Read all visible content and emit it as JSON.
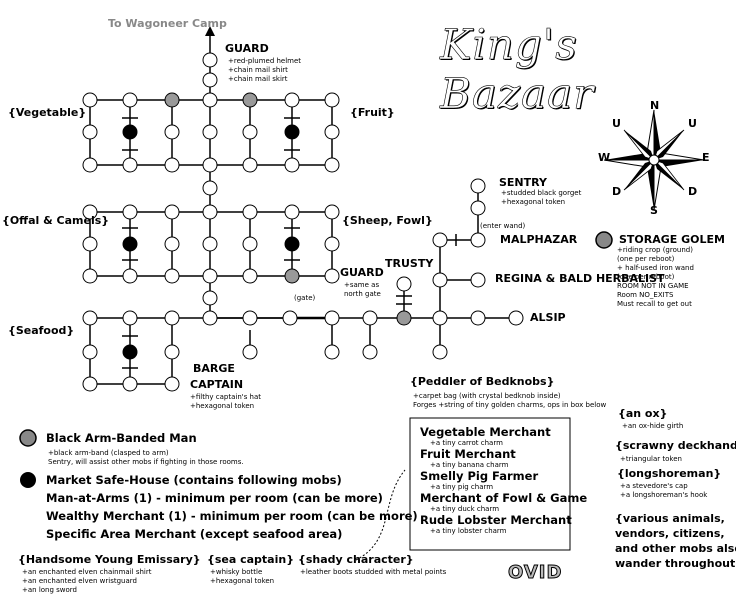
{
  "title": "King's Bazaar",
  "exit_north": "To Wagoneer Camp",
  "compass": {
    "n": "N",
    "s": "S",
    "e": "E",
    "w": "W",
    "ne": "U",
    "nw": "U",
    "se": "D",
    "sw": "D"
  },
  "areas": {
    "vegetable": "{Vegetable}",
    "fruit": "{Fruit}",
    "offal": "{Offal & Camels}",
    "sheep": "{Sheep, Fowl}",
    "seafood": "{Seafood}"
  },
  "guard_north": {
    "name": "GUARD",
    "items": [
      "+red-plumed helmet",
      "+chain mail shirt",
      "+chain mail skirt"
    ]
  },
  "guard_gate": {
    "name": "GUARD",
    "items": [
      "+same as",
      "north gate"
    ],
    "gate": "(gate)"
  },
  "sentry": {
    "name": "SENTRY",
    "items": [
      "+studded black gorget",
      "+hexagonal token"
    ]
  },
  "enter_wand": "(enter wand)",
  "malphazar": "MALPHAZAR",
  "trusty": "TRUSTY",
  "regina": "REGINA & BALD HERBALIST",
  "alsip": "ALSIP",
  "storage_golem": {
    "name": "STORAGE GOLEM",
    "items": [
      "+riding crop (ground)",
      "(one per reboot)",
      "+ half-used iron wand",
      "(one per reboot)",
      "ROOM NOT IN GAME",
      "Room NO_EXITS",
      "Must recall to get out"
    ]
  },
  "barge": {
    "name1": "BARGE",
    "name2": "CAPTAIN",
    "items": [
      "+filthy captain's hat",
      "+hexagonal token"
    ]
  },
  "peddler": {
    "name": "{Peddler of Bedknobs}",
    "items": [
      "+carpet bag (with crystal bedknob inside)",
      "Forges +string of tiny golden charms, ops in box below"
    ]
  },
  "merchants": [
    {
      "name": "Vegetable Merchant",
      "item": "+a tiny carrot charm"
    },
    {
      "name": "Fruit Merchant",
      "item": "+a tiny banana charm"
    },
    {
      "name": "Smelly Pig Farmer",
      "item": "+a tiny pig charm"
    },
    {
      "name": "Merchant of Fowl & Game",
      "item": "+a tiny duck charm"
    },
    {
      "name": "Rude Lobster Merchant",
      "item": "+a tiny lobster charm"
    }
  ],
  "ox": {
    "name": "{an ox}",
    "item": "+an ox-hide girth"
  },
  "deckhand": {
    "name": "{scrawny deckhand}",
    "item": "+triangular token"
  },
  "longshoreman": {
    "name": "{longshoreman}",
    "items": [
      "+a stevedore's cap",
      "+a longshoreman's hook"
    ]
  },
  "wander": [
    "{various animals,",
    "vendors, citizens,",
    "and other mobs also",
    "wander throughout}"
  ],
  "legend": {
    "black_arm": {
      "name": "Black Arm-Banded Man",
      "items": [
        "+black arm-band (clasped to arm)",
        "Sentry, will assist other mobs if fighting in those rooms."
      ]
    },
    "safe_house": {
      "title": "Market Safe-House (contains following mobs)",
      "lines": [
        "Man-at-Arms (1) - minimum per room (can be more)",
        "Wealthy Merchant (1) - minimum per room (can be more)",
        "Specific Area Merchant (except seafood area)"
      ]
    }
  },
  "emissary": {
    "name": "{Handsome Young Emissary}",
    "items": [
      "+an enchanted elven chainmail shirt",
      "+an enchanted elven wristguard",
      "+an long sword"
    ]
  },
  "sea_captain": {
    "name": "{sea captain}",
    "items": [
      "+whisky bottle",
      "+hexagonal token"
    ]
  },
  "shady": {
    "name": "{shady character}",
    "items": [
      "+leather boots studded with metal points"
    ]
  },
  "credit": "OVID"
}
